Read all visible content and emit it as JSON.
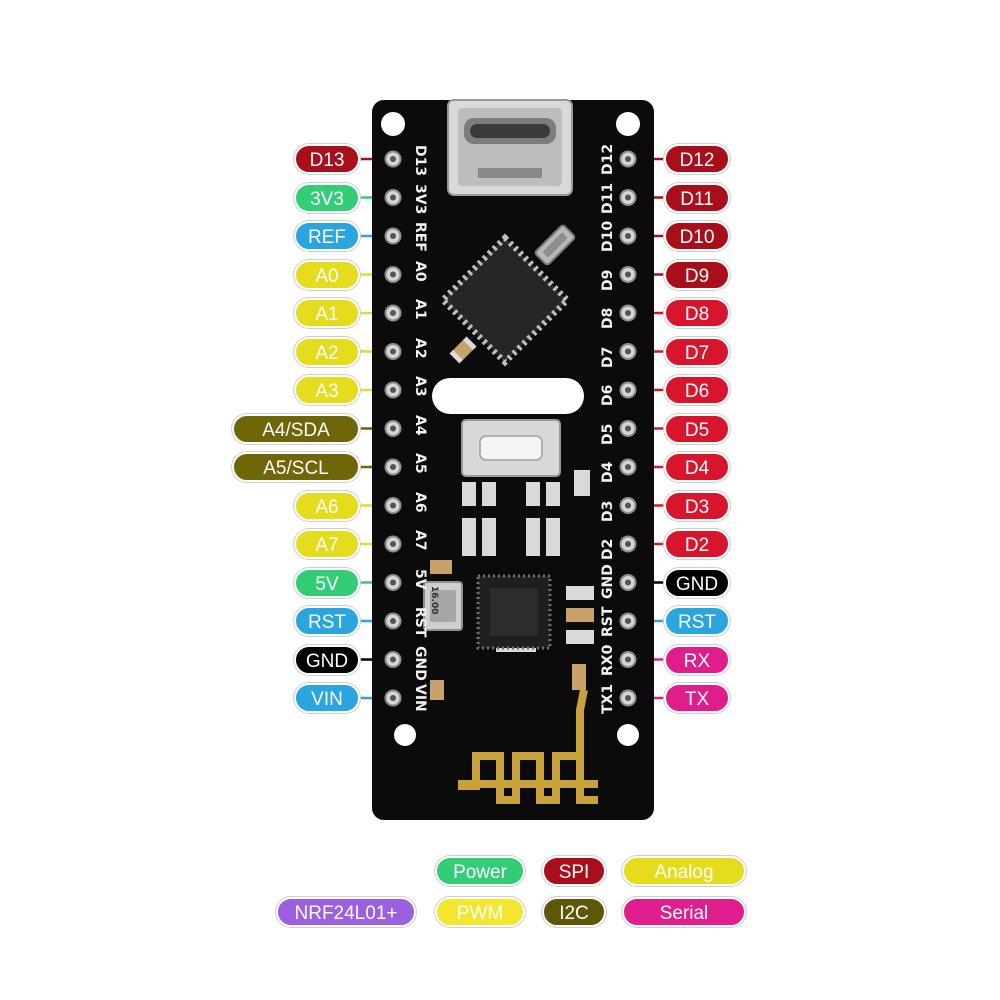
{
  "colors": {
    "SPI": "#a80f1a",
    "Power": "#33cc77",
    "REF": "#2aa5dd",
    "Analog": "#e4dc1c",
    "I2C": "#6f6609",
    "Digital": "#d7162d",
    "GND": "#000000",
    "RST": "#2aa5dd",
    "Serial": "#e01d8c",
    "NRF": "#9b5fe0",
    "PWM": "#f3e62e",
    "board": "#0b0b0b",
    "gold": "#c9a13b"
  },
  "left_pins": [
    {
      "label": "D13",
      "silk": "D13",
      "group": "SPI"
    },
    {
      "label": "3V3",
      "silk": "3V3",
      "group": "Power"
    },
    {
      "label": "REF",
      "silk": "REF",
      "group": "REF"
    },
    {
      "label": "A0",
      "silk": "A0",
      "group": "Analog"
    },
    {
      "label": "A1",
      "silk": "A1",
      "group": "Analog"
    },
    {
      "label": "A2",
      "silk": "A2",
      "group": "Analog"
    },
    {
      "label": "A3",
      "silk": "A3",
      "group": "Analog"
    },
    {
      "label": "A4/SDA",
      "silk": "A4",
      "group": "I2C"
    },
    {
      "label": "A5/SCL",
      "silk": "A5",
      "group": "I2C"
    },
    {
      "label": "A6",
      "silk": "A6",
      "group": "Analog"
    },
    {
      "label": "A7",
      "silk": "A7",
      "group": "Analog"
    },
    {
      "label": "5V",
      "silk": "5V",
      "group": "Power"
    },
    {
      "label": "RST",
      "silk": "RST",
      "group": "RST"
    },
    {
      "label": "GND",
      "silk": "GND",
      "group": "GND"
    },
    {
      "label": "VIN",
      "silk": "VIN",
      "group": "REF"
    }
  ],
  "right_pins": [
    {
      "label": "D12",
      "silk": "D12",
      "group": "SPI"
    },
    {
      "label": "D11",
      "silk": "D11",
      "group": "SPI"
    },
    {
      "label": "D10",
      "silk": "D10",
      "group": "SPI"
    },
    {
      "label": "D9",
      "silk": "D9",
      "group": "SPI"
    },
    {
      "label": "D8",
      "silk": "D8",
      "group": "Digital"
    },
    {
      "label": "D7",
      "silk": "D7",
      "group": "Digital"
    },
    {
      "label": "D6",
      "silk": "D6",
      "group": "Digital"
    },
    {
      "label": "D5",
      "silk": "D5",
      "group": "Digital"
    },
    {
      "label": "D4",
      "silk": "D4",
      "group": "Digital"
    },
    {
      "label": "D3",
      "silk": "D3",
      "group": "Digital"
    },
    {
      "label": "D2",
      "silk": "D2",
      "group": "Digital"
    },
    {
      "label": "GND",
      "silk": "GND",
      "group": "GND"
    },
    {
      "label": "RST",
      "silk": "RST",
      "group": "RST"
    },
    {
      "label": "RX",
      "silk": "RX0",
      "group": "Serial"
    },
    {
      "label": "TX",
      "silk": "TX1",
      "group": "Serial"
    }
  ],
  "legend": [
    {
      "label": "Power",
      "bg": "#33cc77",
      "fg": "#ffffff"
    },
    {
      "label": "SPI",
      "bg": "#a80f1a",
      "fg": "#ffffff"
    },
    {
      "label": "Analog",
      "bg": "#e4dc1c",
      "fg": "#ffffff"
    },
    {
      "label": "NRF24L01+",
      "bg": "#9b5fe0",
      "fg": "#ffffff"
    },
    {
      "label": "PWM",
      "bg": "#f3e62e",
      "fg": "#ffffff"
    },
    {
      "label": "I2C",
      "bg": "#5f5708",
      "fg": "#ffffff"
    },
    {
      "label": "Serial",
      "bg": "#e01d8c",
      "fg": "#ffffff"
    }
  ],
  "chips": {
    "crystal_text": "16.00"
  }
}
